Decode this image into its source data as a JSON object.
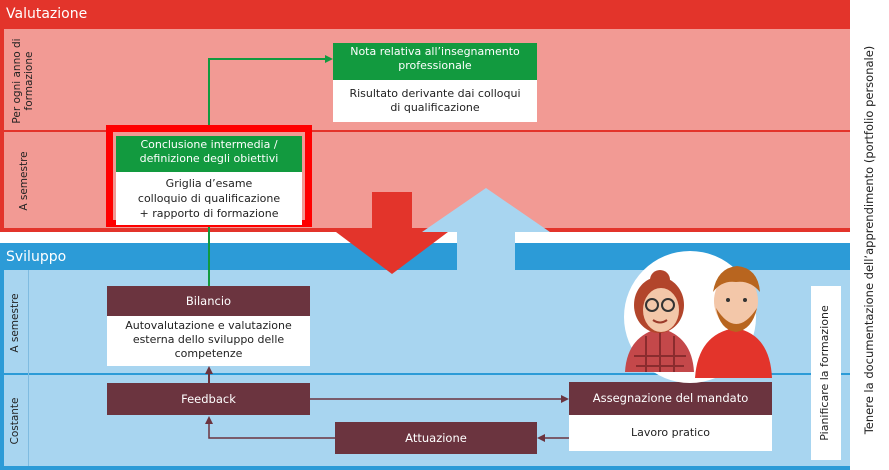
{
  "colors": {
    "valutazione_header": "#e3342b",
    "valutazione_row": "#f29a94",
    "sviluppo_header": "#2c9bd7",
    "sviluppo_row": "#a8d5f0",
    "green": "#129a3f",
    "maroon": "#6b343f",
    "highlight": "#ff0000"
  },
  "valutazione": {
    "title": "Valutazione",
    "rows": [
      "Per ogni anno di formazione",
      "A  semestre"
    ],
    "nota": {
      "head": "Nota relativa all’insegnamento professionale",
      "body": "Risultato derivante dai colloqui di qualificazione"
    },
    "conclusione": {
      "head": "Conclusione intermedia / definizione degli obiettivi",
      "body_lines": [
        "Griglia d’esame",
        "colloquio di qualificazione",
        "+ rapporto di formazione"
      ]
    }
  },
  "sviluppo": {
    "title": "Sviluppo",
    "rows": [
      "A  semestre",
      "Costante"
    ],
    "bilancio": {
      "head": "Bilancio",
      "body": "Autovalutazione e valutazione esterna dello sviluppo delle competenze"
    },
    "feedback": "Feedback",
    "assegnazione": {
      "head": "Assegnazione del mandato",
      "body": "Lavoro pratico"
    },
    "attuazione": "Attuazione",
    "pianificare": "Pianificare la formazione"
  },
  "portfolio": "Tenere la documentazione dell’apprendimento (portfolio personale)"
}
